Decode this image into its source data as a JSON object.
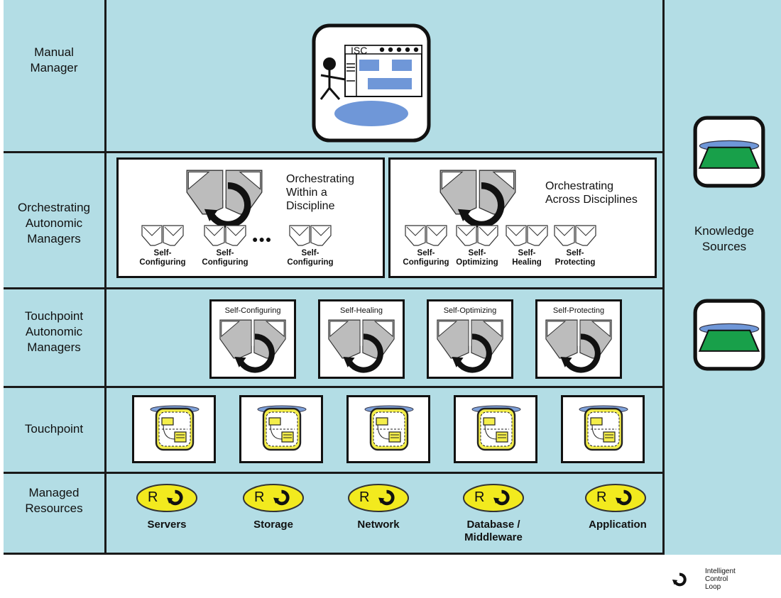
{
  "rows": {
    "manual_manager": "Manual\nManager",
    "orchestrating": "Orchestrating\nAutonomic\nManagers",
    "touchpoint_am": "Touchpoint\nAutonomic\nManagers",
    "touchpoint": "Touchpoint",
    "managed_resources": "Managed\nResources"
  },
  "knowledge_sources": "Knowledge\nSources",
  "console_label": "ISC",
  "orchestrating_within": {
    "title": "Orchestrating\nWithin a\nDiscipline",
    "labels": [
      "Self-\nConfiguring",
      "Self-\nConfiguring",
      "Self-\nConfiguring"
    ],
    "ellipsis": "●●●"
  },
  "orchestrating_across": {
    "title": "Orchestrating\nAcross  Disciplines",
    "labels": [
      "Self-\nConfiguring",
      "Self-\nOptimizing",
      "Self-\nHealing",
      "Self-\nProtecting"
    ]
  },
  "touchpoint_managers": [
    "Self-Configuring",
    "Self-Healing",
    "Self-Optimizing",
    "Self-Protecting"
  ],
  "resources": {
    "badge_letter": "R",
    "items": [
      "Servers",
      "Storage",
      "Network",
      "Database /\nMiddleware",
      "Application"
    ]
  },
  "legend": "Intelligent\nControl\nLoop",
  "colors": {
    "background": "#b3dde5",
    "resource_badge": "#f2ea1e",
    "touchpoint_yellow": "#f4ee4a",
    "knowledge_green": "#18a04a",
    "console_blue": "#6f97d8",
    "manager_gray": "#bcbcbc"
  }
}
